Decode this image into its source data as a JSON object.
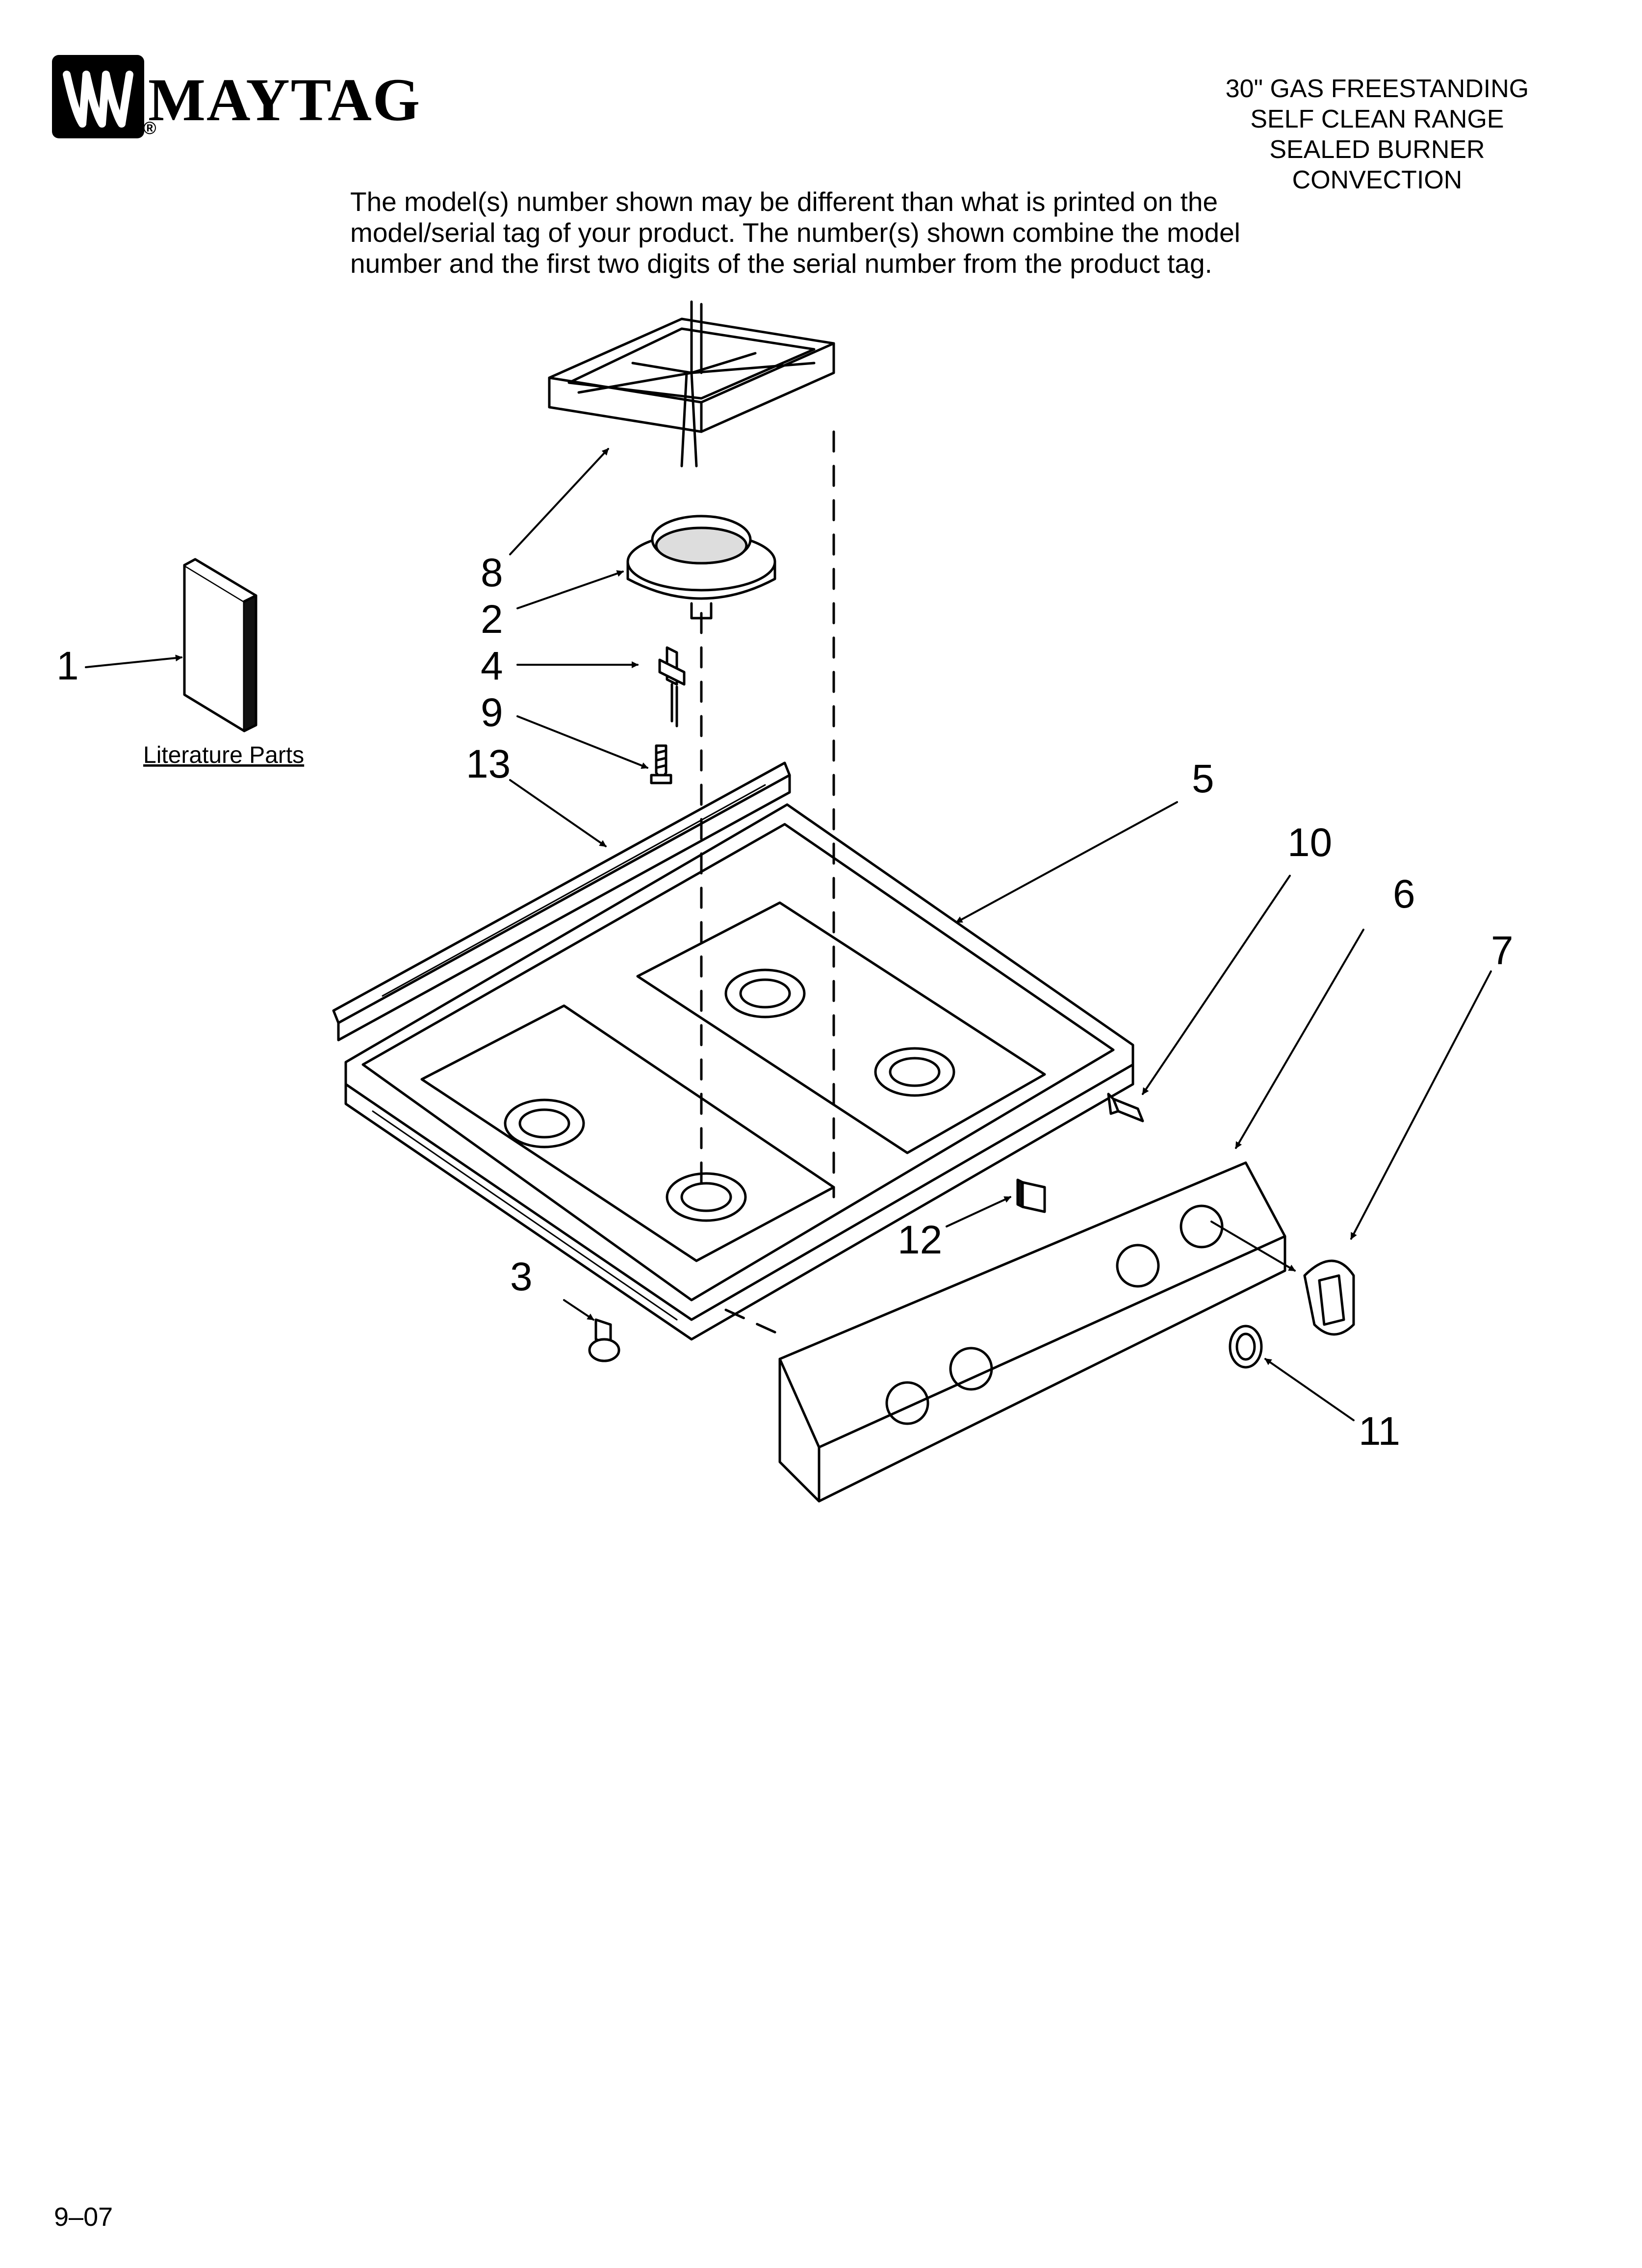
{
  "brand": {
    "name": "MAYTAG",
    "registered_mark": "®",
    "logo_icon": "maytag-m-logo-icon"
  },
  "header": {
    "lines": [
      "30\" GAS FREESTANDING",
      "SELF CLEAN RANGE",
      "SEALED BURNER",
      "CONVECTION"
    ]
  },
  "notice": {
    "lines": [
      "The model(s) number shown may be different than what is printed on the",
      "model/serial tag of your product. The number(s) shown combine the model",
      "number and the first two digits of the serial number from the product tag."
    ]
  },
  "literature_label": "Literature Parts",
  "callouts": {
    "c1": "1",
    "c2": "2",
    "c3": "3",
    "c4": "4",
    "c5": "5",
    "c6": "6",
    "c7": "7",
    "c8": "8",
    "c9": "9",
    "c10": "10",
    "c11": "11",
    "c12": "12",
    "c13": "13"
  },
  "footer": {
    "date_code": "9–07"
  }
}
